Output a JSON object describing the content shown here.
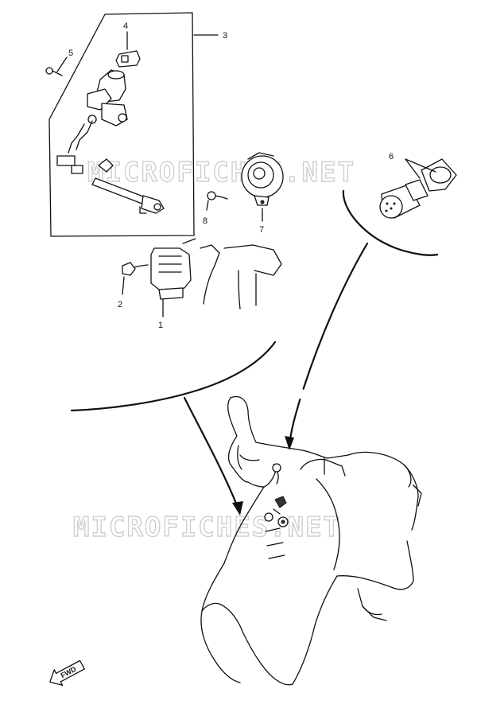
{
  "watermark": {
    "top": "MICROFICHES.NET",
    "bottom": "MICROFICHES.NET"
  },
  "callouts": {
    "c1": "1",
    "c2": "2",
    "c3": "3",
    "c4": "4",
    "c5": "5",
    "c6": "6",
    "c7": "7",
    "c8": "8"
  },
  "fwd_label": "FWD"
}
